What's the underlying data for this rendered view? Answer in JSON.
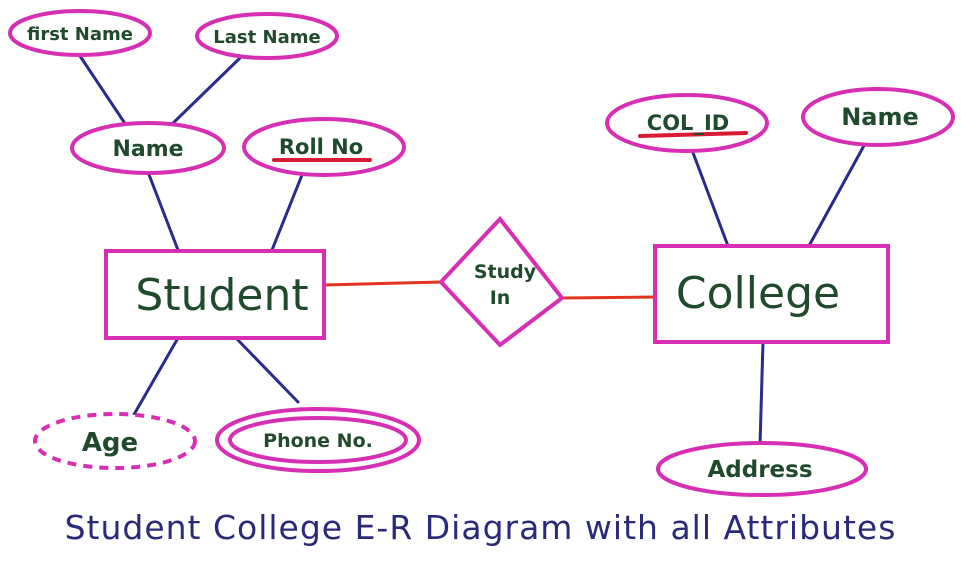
{
  "diagram": {
    "type": "er-diagram",
    "colors": {
      "shape_stroke": "#d62fb4",
      "attribute_line": "#2b2b8c",
      "relationship_line": "#e0341c",
      "key_underline": "#d81b32",
      "label_text": "#1f4a2c",
      "caption_text": "#2a2a7a"
    },
    "entities": {
      "student": "Student",
      "college": "College"
    },
    "relationship": {
      "line1": "Study",
      "line2": "In"
    },
    "attributes": {
      "first_name": "first Name",
      "last_name": "Last Name",
      "name": "Name",
      "roll_no": "Roll No",
      "age": "Age",
      "phone_no": "Phone No.",
      "col_id": "COL_ID",
      "college_name": "Name",
      "address": "Address"
    },
    "caption": "Student College E-R Diagram with all Attributes"
  }
}
